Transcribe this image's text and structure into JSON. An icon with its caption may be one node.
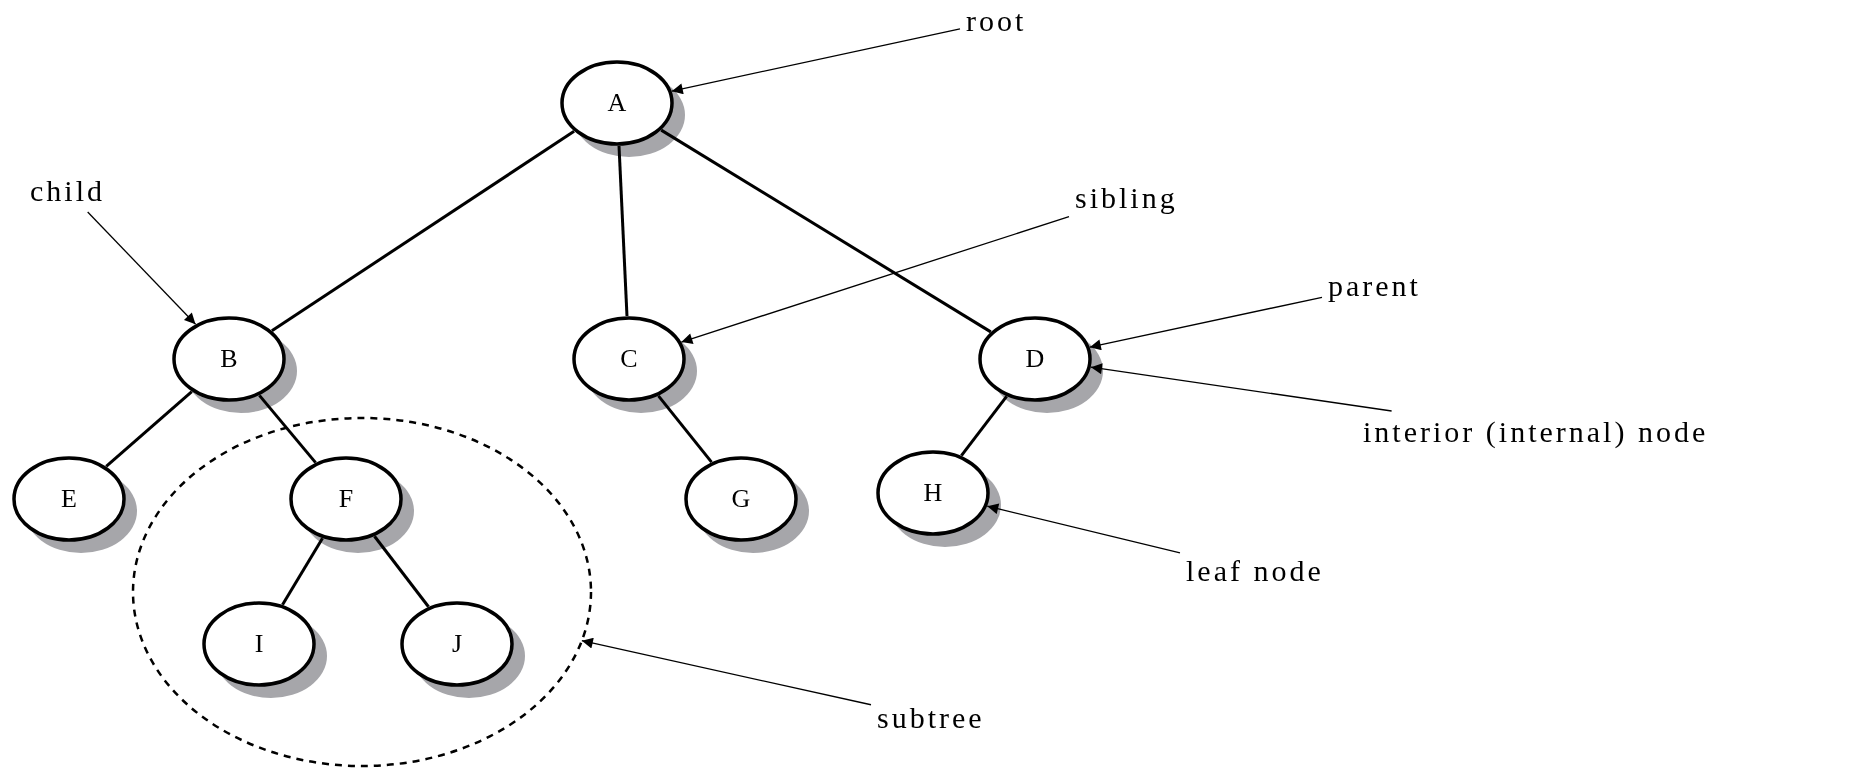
{
  "diagram": {
    "nodes": [
      {
        "text": [
          "A"
        ]
      },
      {
        "text": [
          "B"
        ]
      },
      {
        "text": [
          "C"
        ]
      },
      {
        "text": [
          "D"
        ]
      },
      {
        "text": [
          "E"
        ]
      },
      {
        "text": [],
        "shape": "circle"
      },
      {
        "text": [
          "F"
        ],
        "in": 5
      },
      {
        "text": [
          "G"
        ]
      },
      {
        "text": [
          "H"
        ]
      },
      {
        "text": [
          "I"
        ],
        "in": 5
      },
      {
        "text": [
          "J"
        ],
        "in": 5
      },
      {
        "text": [
          "root"
        ]
      },
      {
        "text": [
          "child"
        ]
      },
      {
        "text": [
          "sibling"
        ]
      },
      {
        "text": [
          "parent"
        ]
      },
      {
        "text": [
          "interior (internal) node"
        ]
      },
      {
        "text": [
          "leaf node"
        ]
      },
      {
        "text": [
          "subtree"
        ]
      }
    ],
    "edges": [
      {
        "from": 0,
        "to": 1,
        "arrow": "none"
      },
      {
        "from": 0,
        "to": 2,
        "arrow": "none"
      },
      {
        "from": 0,
        "to": 3,
        "arrow": "none"
      },
      {
        "from": 1,
        "to": 4,
        "arrow": "none"
      },
      {
        "from": 1,
        "to": 6,
        "arrow": "none"
      },
      {
        "from": 2,
        "to": 7,
        "arrow": "none"
      },
      {
        "from": 3,
        "to": 8,
        "arrow": "none"
      },
      {
        "from": 6,
        "to": 9,
        "arrow": "none"
      },
      {
        "from": 6,
        "to": 10,
        "arrow": "none"
      },
      {
        "from": 11,
        "to": 0,
        "arrow": "to"
      },
      {
        "from": 12,
        "to": 1,
        "arrow": "to"
      },
      {
        "from": 13,
        "to": 2,
        "arrow": "to"
      },
      {
        "from": 14,
        "to": 3,
        "arrow": "to"
      },
      {
        "from": 15,
        "to": 3,
        "arrow": "to"
      },
      {
        "from": 16,
        "to": 8,
        "arrow": "to"
      },
      {
        "from": 17,
        "to": 5,
        "arrow": "to"
      }
    ]
  }
}
